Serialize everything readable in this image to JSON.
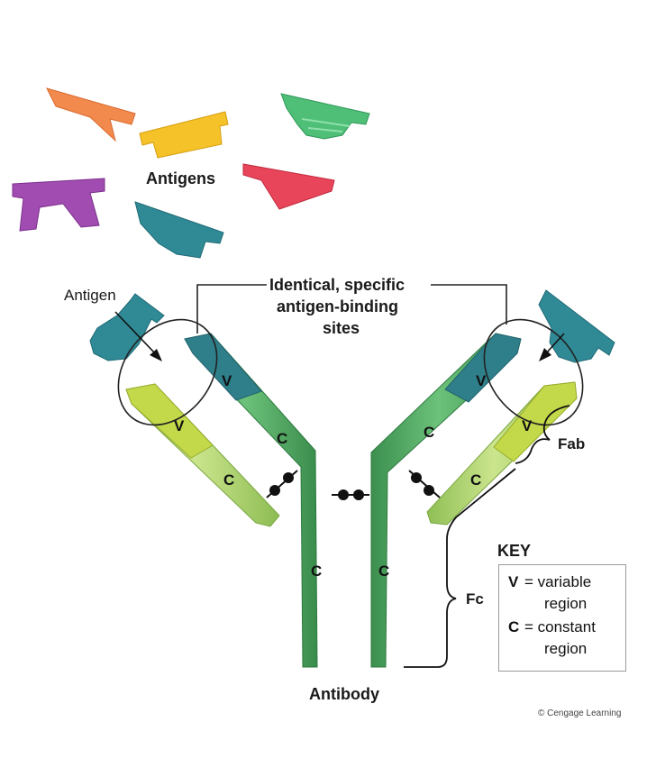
{
  "labels": {
    "antigens": "Antigens",
    "antigen": "Antigen",
    "binding_sites_line1": "Identical, specific",
    "binding_sites_line2": "antigen-binding",
    "binding_sites_line3": "sites",
    "fab": "Fab",
    "fc": "Fc",
    "antibody": "Antibody",
    "credit": "© Cengage Learning"
  },
  "regions": {
    "v": "V",
    "c": "C"
  },
  "key": {
    "title": "KEY",
    "v_symbol": "V",
    "v_eq": "= variable",
    "v_word": "region",
    "c_symbol": "C",
    "c_eq": "= constant",
    "c_word": "region"
  },
  "colors": {
    "antigen_orange": "#f28a4e",
    "antigen_yellow": "#f5c22a",
    "antigen_green": "#4fbf78",
    "antigen_red": "#e8455a",
    "antigen_purple": "#a04cb0",
    "antigen_teal": "#2f8a96",
    "heavy_chain": "#4aa65e",
    "heavy_variable": "#2f7f8a",
    "light_chain": "#a9d169",
    "light_variable": "#c3d94a"
  }
}
